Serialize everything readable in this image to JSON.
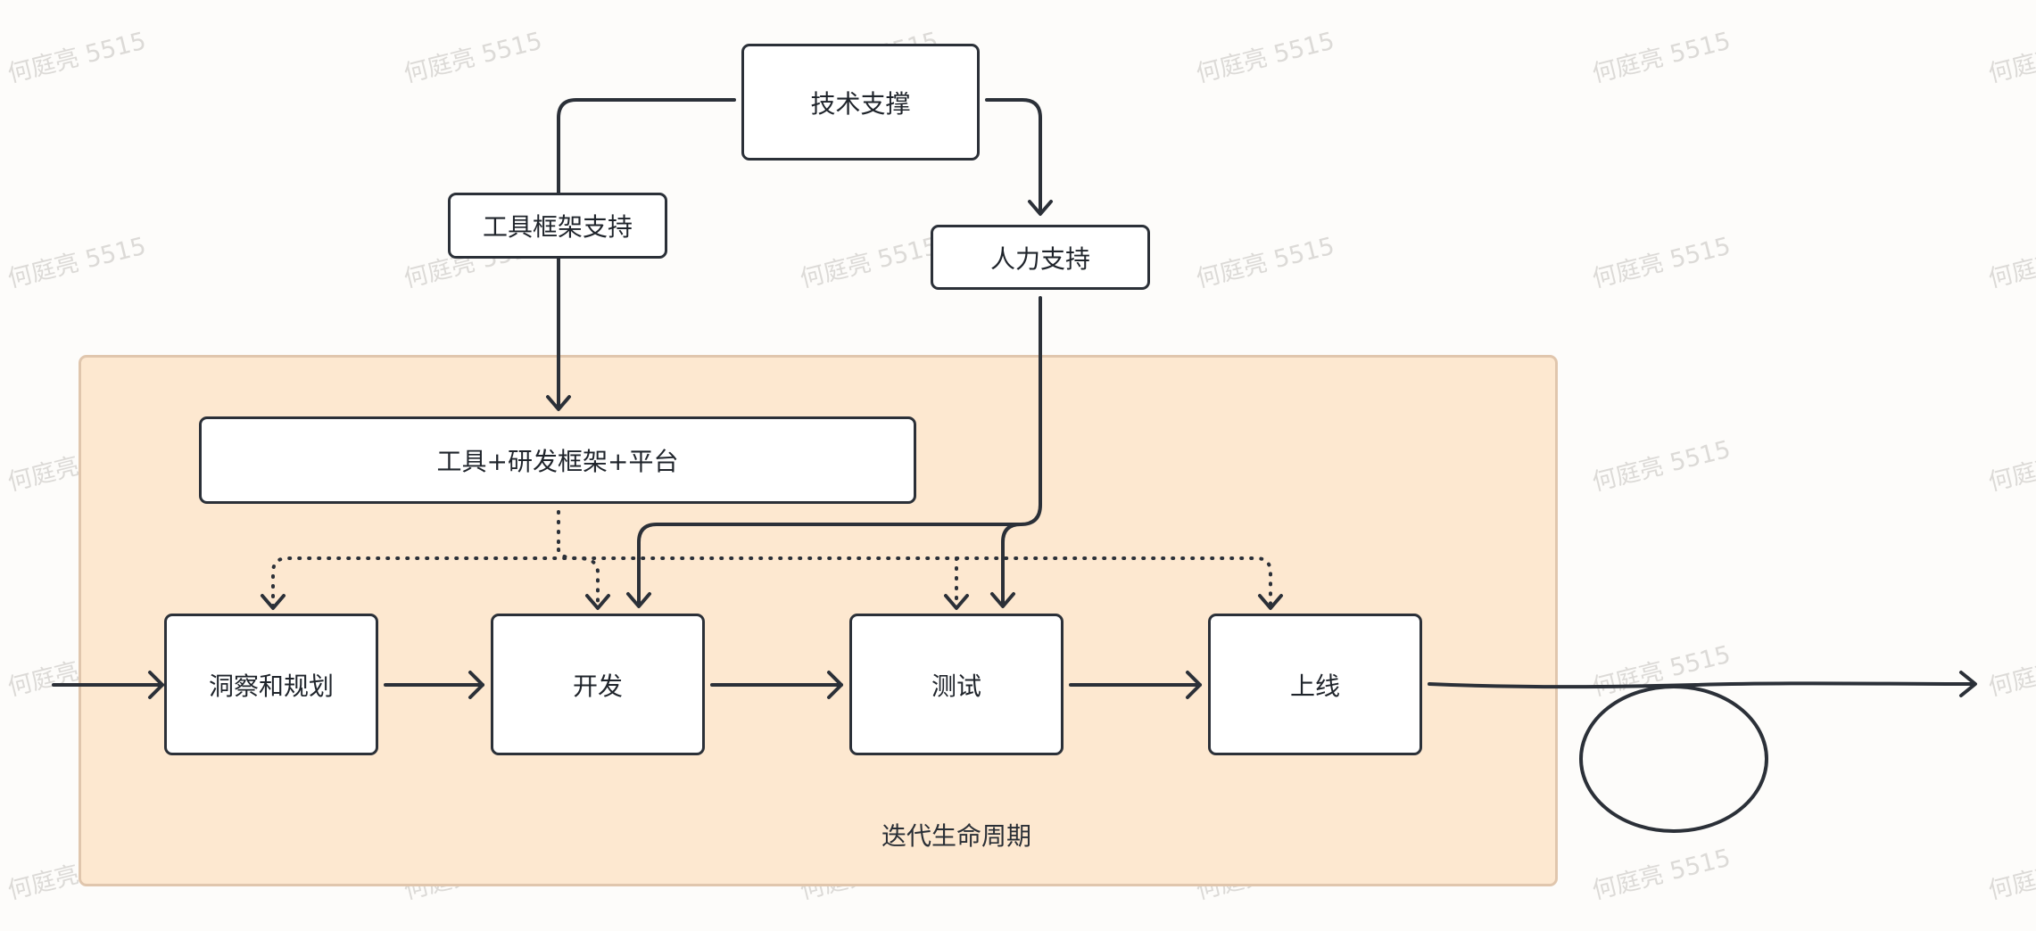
{
  "nodes": {
    "tech_support": "技术支撑",
    "tool_framework_support": "工具框架支持",
    "human_support": "人力支持",
    "tools_platform": "工具+研发框架+平台",
    "insight_planning": "洞察和规划",
    "develop": "开发",
    "test": "测试",
    "launch": "上线"
  },
  "region_label": "迭代生命周期",
  "watermark": "何庭亮 5515",
  "colors": {
    "stroke": "#2b3038",
    "region_fill": "#fde8d0",
    "region_border": "#e0c6ad",
    "box_fill": "#ffffff",
    "watermark": "#dcdad7"
  }
}
